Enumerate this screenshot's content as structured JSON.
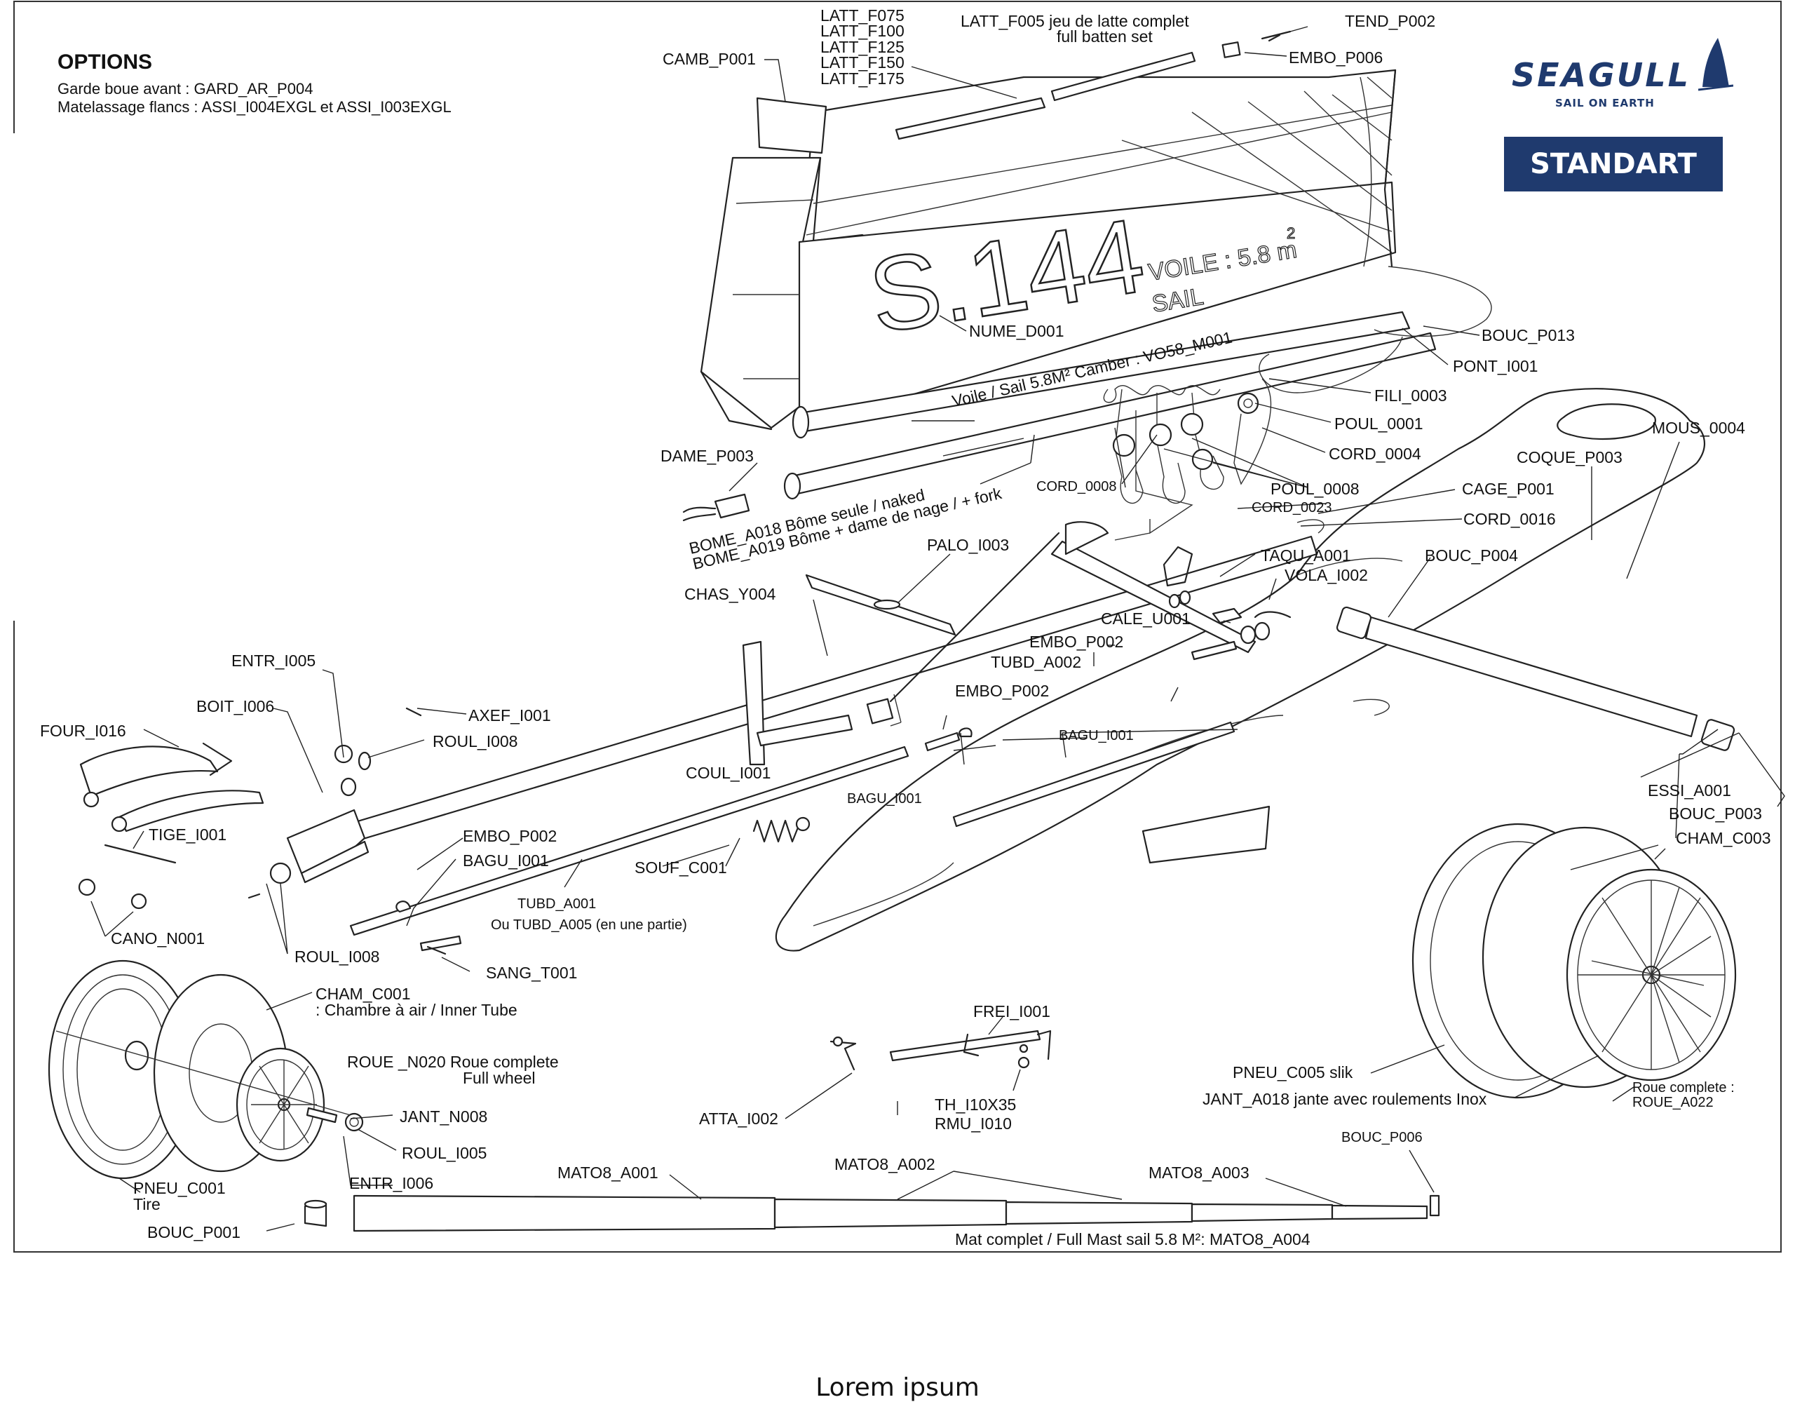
{
  "options": {
    "title": "OPTIONS",
    "lines": [
      "Garde boue avant : GARD_AR_P004",
      "Matelassage flancs : ASSI_I004EXGL et ASSI_I003EXGL"
    ]
  },
  "brand": {
    "name": "SEAGULL",
    "tagline": "SAIL ON EARTH",
    "edition": "STANDART",
    "brand_color": "#1f3a6e"
  },
  "sail_marking": {
    "number": "S.144",
    "size_text": "VOILE : 5.8 m",
    "superscript": "2",
    "sail_word": "SAIL"
  },
  "labels": {
    "latt_f075": "LATT_F075",
    "latt_f100": "LATT_F100",
    "latt_f125": "LATT_F125",
    "latt_f150": "LATT_F150",
    "latt_f175": "LATT_F175",
    "latt_f005_1": "LATT_F005 jeu de latte complet",
    "latt_f005_2": "full batten set",
    "tend_p002": "TEND_P002",
    "embo_p006": "EMBO_P006",
    "camb_p001": "CAMB_P001",
    "nume_d001": "NUME_D001",
    "bouc_p013": "BOUC_P013",
    "pont_i001": "PONT_I001",
    "fili_0003": "FILI_0003",
    "poul_0001": "POUL_0001",
    "cord_0004": "CORD_0004",
    "voile": "Voile / Sail 5.8M² Camber : VO58_M001",
    "dame_p003": "DAME_P003",
    "bome_a018": "BOME_A018 Bôme seule / naked",
    "bome_a019": "BOME_A019 Bôme + dame de nage / + fork",
    "cord_0008": "CORD_0008",
    "poul_0008": "POUL_0008",
    "cord_0023": "CORD_0023",
    "cage_p001": "CAGE_P001",
    "cord_0016": "CORD_0016",
    "mous_0004": "MOUS_0004",
    "coque_p003": "COQUE_P003",
    "palo_i003": "PALO_I003",
    "taqu_a001": "TAQU_A001",
    "vola_i002": "VOLA_I002",
    "bouc_p004": "BOUC_P004",
    "chas_y004": "CHAS_Y004",
    "cale_u001": "CALE_U001",
    "embo_p002_a": "EMBO_P002",
    "tubd_a002": "TUBD_A002",
    "embo_p002_b": "EMBO_P002",
    "entr_i005": "ENTR_I005",
    "boit_i006": "BOIT_I006",
    "axef_i001": "AXEF_I001",
    "four_i016": "FOUR_I016",
    "roul_i008_a": "ROUL_I008",
    "bagu_i001_a": "BAGU_I001",
    "coul_i001": "COUL_I001",
    "bagu_i001_b": "BAGU_I001",
    "essi_a001": "ESSI_A001",
    "bouc_p003": "BOUC_P003",
    "tige_i001": "TIGE_I001",
    "embo_p002_c": "EMBO_P002",
    "bagu_i001_c": "BAGU_I001",
    "souf_c001": "SOUF_C001",
    "cham_c003": "CHAM_C003",
    "tubd_a001": "TUBD_A001",
    "tubd_a005": "Ou TUBD_A005 (en une partie)",
    "cano_n001": "CANO_N001",
    "roul_i008_b": "ROUL_I008",
    "sang_t001": "SANG_T001",
    "cham_c001_1": "CHAM_C001",
    "cham_c001_2": ": Chambre à air / Inner Tube",
    "frei_i001": "FREI_I001",
    "roue_n020_1": "ROUE _N020  Roue complete",
    "roue_n020_2": "Full wheel",
    "jant_n008": "JANT_N008",
    "atta_i002": "ATTA_I002",
    "th_i10x35": "TH_I10X35",
    "rmu_i010": "RMU_I010",
    "pneu_c005": "PNEU_C005 slik",
    "jant_a018": "JANT_A018 jante avec roulements Inox",
    "roue_a022_1": "Roue complete :",
    "roue_a022_2": "ROUE_A022",
    "roul_i005": "ROUL_I005",
    "entr_i006": "ENTR_I006",
    "pneu_c001_1": "PNEU_C001",
    "pneu_c001_2": "Tire",
    "bouc_p006": "BOUC_P006",
    "mato8_a001": "MATO8_A001",
    "mato8_a002": "MATO8_A002",
    "mato8_a003": "MATO8_A003",
    "bouc_p001": "BOUC_P001",
    "mast_caption": "Mat complet  / Full Mast  sail 5.8 M²: MATO8_A004"
  },
  "caption": "Lorem ipsum"
}
